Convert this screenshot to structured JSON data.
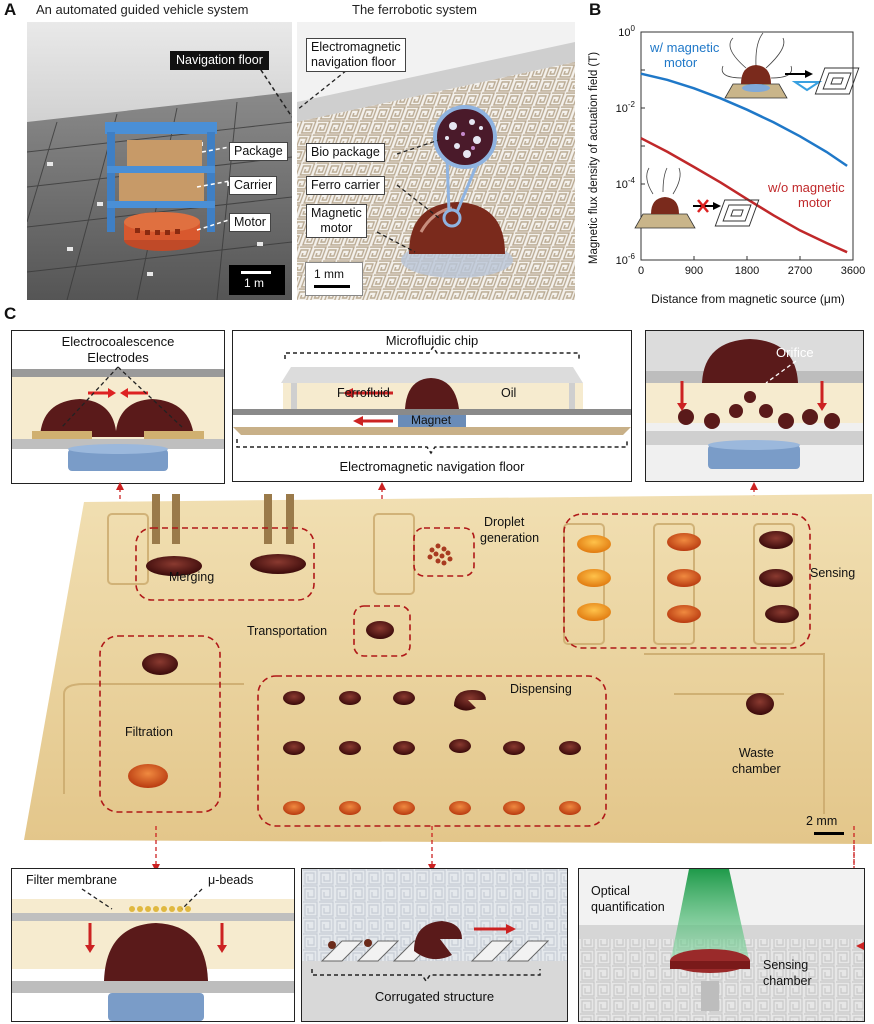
{
  "panel_a": {
    "label": "A",
    "left_title": "An automated guided vehicle system",
    "right_title": "The ferrobotic system",
    "left_labels": {
      "navigation_floor": "Navigation floor",
      "package": "Package",
      "carrier": "Carrier",
      "motor": "Motor"
    },
    "left_scale": "1 m",
    "right_labels": {
      "em_floor_line1": "Electromagnetic",
      "em_floor_line2": "navigation floor",
      "bio_package": "Bio package",
      "ferro_carrier": "Ferro carrier",
      "magnetic_motor_line1": "Magnetic",
      "magnetic_motor_line2": "motor"
    },
    "right_scale": "1 mm"
  },
  "panel_b": {
    "label": "B",
    "annotation_with_line1": "w/ magnetic",
    "annotation_with_line2": "motor",
    "annotation_without_line1": "w/o magnetic",
    "annotation_without_line2": "motor",
    "colors": {
      "with_motor": "#1f78c8",
      "without_motor": "#c0282a"
    }
  },
  "chart_data": {
    "type": "line",
    "xlabel": "Distance from magnetic source (μm)",
    "ylabel": "Magnetic flux density of actuation field (T)",
    "xlim": [
      0,
      3600
    ],
    "ylim": [
      1e-06,
      1
    ],
    "y_scale": "log",
    "x_ticks": [
      "0",
      "900",
      "1800",
      "2700",
      "3600"
    ],
    "y_ticks": [
      {
        "base": "10",
        "exp": "0"
      },
      {
        "base": "10",
        "exp": "-2"
      },
      {
        "base": "10",
        "exp": "-4"
      },
      {
        "base": "10",
        "exp": "-6"
      }
    ],
    "series": [
      {
        "name": "w/ magnetic motor",
        "color": "#1f78c8",
        "x": [
          0,
          450,
          900,
          1350,
          1800,
          2250,
          2700,
          3150,
          3500
        ],
        "y": [
          0.08,
          0.055,
          0.033,
          0.018,
          0.009,
          0.0042,
          0.0018,
          0.0007,
          0.0003
        ]
      },
      {
        "name": "w/o magnetic motor",
        "color": "#c0282a",
        "x": [
          0,
          450,
          900,
          1350,
          1800,
          2250,
          2700,
          3150,
          3500
        ],
        "y": [
          0.0016,
          0.0007,
          0.00028,
          0.00011,
          4e-05,
          1.5e-05,
          6e-06,
          2.8e-06,
          1.6e-06
        ]
      }
    ]
  },
  "panel_c": {
    "label": "C",
    "top_left": {
      "title_line1": "Electrocoalescence",
      "title_line2": "Electrodes"
    },
    "top_mid": {
      "chip": "Microfluidic chip",
      "ferrofluid": "Ferrofluid",
      "oil": "Oil",
      "magnet": "Magnet",
      "floor": "Electromagnetic navigation floor"
    },
    "top_right": {
      "orifice": "Orifice"
    },
    "chip_labels": {
      "merging": "Merging",
      "droplet_line1": "Droplet",
      "droplet_line2": "generation",
      "sensing": "Sensing",
      "transportation": "Transportation",
      "filtration": "Filtration",
      "dispensing": "Dispensing",
      "waste_line1": "Waste",
      "waste_line2": "chamber",
      "scale": "2 mm"
    },
    "bottom_left": {
      "filter": "Filter membrane",
      "beads": "μ-beads"
    },
    "bottom_mid": {
      "corrugated": "Corrugated structure"
    },
    "bottom_right": {
      "optical_line1": "Optical",
      "optical_line2": "quantification",
      "sensing_line1": "Sensing",
      "sensing_line2": "chamber"
    }
  }
}
